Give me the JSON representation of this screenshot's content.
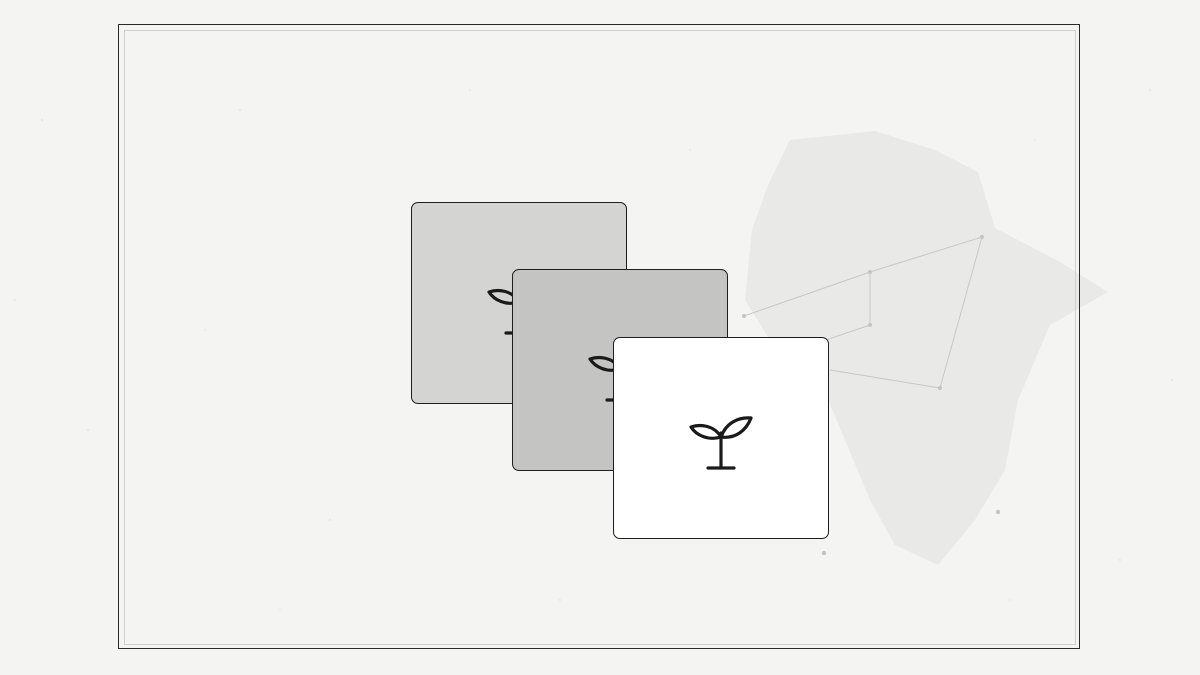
{
  "colors": {
    "background": "#f4f4f2",
    "frame_outer": "#2b2b2b",
    "frame_inner": "#cfcfcc",
    "blob": "#e9e9e7",
    "constellation": "#c8c8c6",
    "card_back": "#d4d4d3",
    "card_mid": "#c4c4c3",
    "card_front": "#ffffff",
    "icon_stroke": "#1a1a1a"
  },
  "cards": [
    {
      "id": "back",
      "icon": "sprout-icon"
    },
    {
      "id": "middle",
      "icon": "sprout-icon"
    },
    {
      "id": "front",
      "icon": "sprout-icon"
    }
  ]
}
